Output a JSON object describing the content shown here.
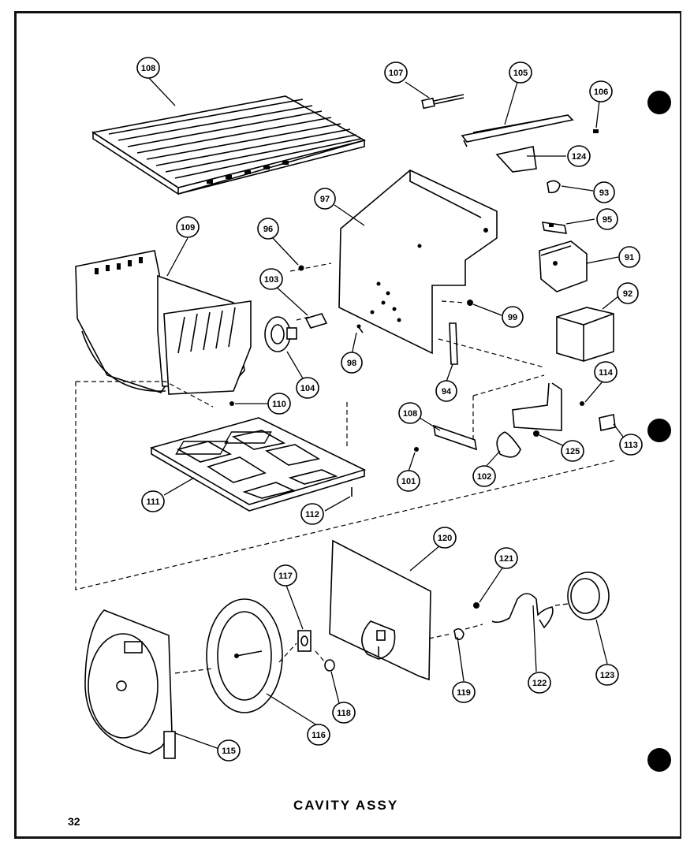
{
  "caption": "CAVITY ASSY",
  "page_number": "32",
  "colors": {
    "ink": "#000000",
    "paper": "#ffffff"
  },
  "callouts": [
    {
      "id": "c108a",
      "label": "108"
    },
    {
      "id": "c107",
      "label": "107"
    },
    {
      "id": "c105",
      "label": "105"
    },
    {
      "id": "c106",
      "label": "106"
    },
    {
      "id": "c124",
      "label": "124"
    },
    {
      "id": "c93",
      "label": "93"
    },
    {
      "id": "c97",
      "label": "97"
    },
    {
      "id": "c95",
      "label": "95"
    },
    {
      "id": "c109",
      "label": "109"
    },
    {
      "id": "c96",
      "label": "96"
    },
    {
      "id": "c91",
      "label": "91"
    },
    {
      "id": "c103",
      "label": "103"
    },
    {
      "id": "c92",
      "label": "92"
    },
    {
      "id": "c99",
      "label": "99"
    },
    {
      "id": "c98",
      "label": "98"
    },
    {
      "id": "c104",
      "label": "104"
    },
    {
      "id": "c94",
      "label": "94"
    },
    {
      "id": "c114",
      "label": "114"
    },
    {
      "id": "c110",
      "label": "110"
    },
    {
      "id": "c108b",
      "label": "108"
    },
    {
      "id": "c125",
      "label": "125"
    },
    {
      "id": "c113",
      "label": "113"
    },
    {
      "id": "c101",
      "label": "101"
    },
    {
      "id": "c102",
      "label": "102"
    },
    {
      "id": "c111",
      "label": "111"
    },
    {
      "id": "c112",
      "label": "112"
    },
    {
      "id": "c120",
      "label": "120"
    },
    {
      "id": "c121",
      "label": "121"
    },
    {
      "id": "c117",
      "label": "117"
    },
    {
      "id": "c122",
      "label": "122"
    },
    {
      "id": "c123",
      "label": "123"
    },
    {
      "id": "c119",
      "label": "119"
    },
    {
      "id": "c118",
      "label": "118"
    },
    {
      "id": "c116",
      "label": "116"
    },
    {
      "id": "c115",
      "label": "115"
    }
  ]
}
